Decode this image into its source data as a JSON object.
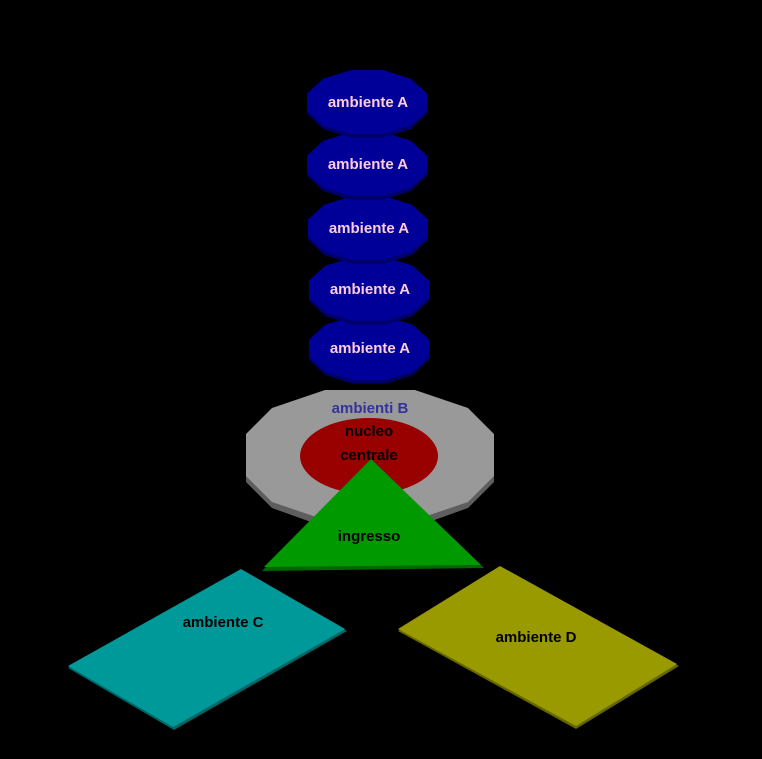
{
  "diagram": {
    "background": "#000000",
    "stack_a": {
      "fill": "#000099",
      "edge": "#00006a",
      "text_color": "#ffccdd",
      "items": [
        {
          "label": "ambiente A"
        },
        {
          "label": "ambiente A"
        },
        {
          "label": "ambiente A"
        },
        {
          "label": "ambiente A"
        },
        {
          "label": "ambiente A"
        }
      ]
    },
    "ring_b": {
      "label": "ambienti B",
      "fill": "#999999",
      "edge": "#5e5e5e",
      "text_color": "#333399"
    },
    "core": {
      "label_line1": "nucleo",
      "label_line2": "centrale",
      "fill": "#990000",
      "text_color": "#000000"
    },
    "entrance": {
      "label": "ingresso",
      "fill": "#009900",
      "edge": "#006600",
      "text_color": "#000000"
    },
    "room_c": {
      "label": "ambiente C",
      "fill": "#009999",
      "edge": "#006666",
      "text_color": "#000000"
    },
    "room_d": {
      "label": "ambiente D",
      "fill": "#999900",
      "edge": "#666600",
      "text_color": "#000000"
    }
  }
}
